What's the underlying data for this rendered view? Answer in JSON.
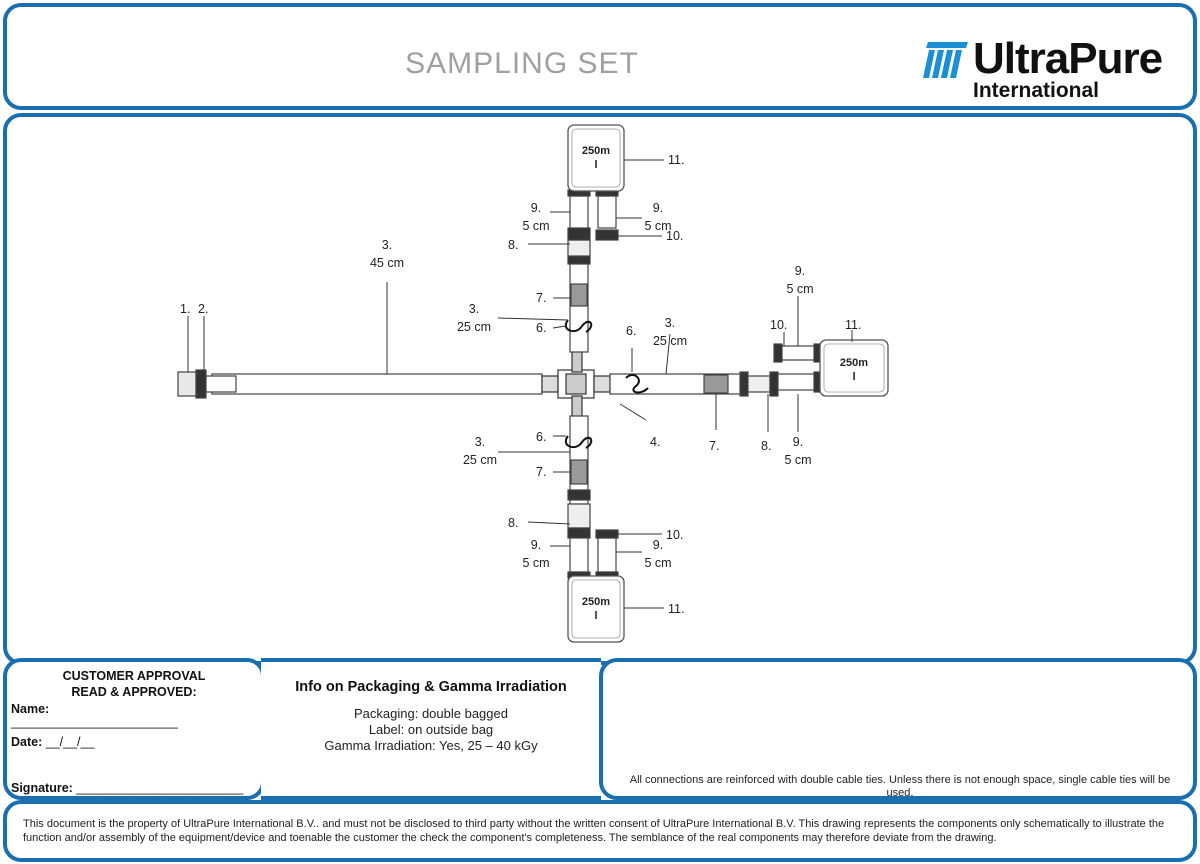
{
  "header": {
    "title": "SAMPLING SET",
    "logo_main": "UltraPure",
    "logo_sub": "International"
  },
  "drawing": {
    "labels": {
      "l1": "1.",
      "l2": "2.",
      "l3_long": "3.",
      "l3_long_len": "45 cm",
      "l3_up": "3.",
      "l3_up_len": "25 cm",
      "l3_right": "3.",
      "l3_right_len": "25 cm",
      "l3_down": "3.",
      "l3_down_len": "25 cm",
      "l4": "4.",
      "l6_up": "6.",
      "l6_right": "6.",
      "l6_down": "6.",
      "l7_up": "7.",
      "l7_right": "7.",
      "l7_down": "7.",
      "l8_up": "8.",
      "l8_right": "8.",
      "l8_down": "8.",
      "l9_up_a": "9.",
      "l9_up_a_len": "5 cm",
      "l9_up_b": "9.",
      "l9_up_b_len": "5 cm",
      "l9_right_a": "9.",
      "l9_right_a_len": "5 cm",
      "l9_right_b": "9.",
      "l9_right_b_len": "5 cm",
      "l9_down_a": "9.",
      "l9_down_a_len": "5 cm",
      "l9_down_b": "9.",
      "l9_down_b_len": "5 cm",
      "l10_up": "10.",
      "l10_right": "10.",
      "l10_down": "10.",
      "l11_up": "11.",
      "l11_right": "11.",
      "l11_down": "11."
    },
    "bag_label_top": "250m",
    "bag_label_bottom": "l"
  },
  "approval": {
    "heading1": "CUSTOMER APPROVAL",
    "heading2": "READ & APPROVED:",
    "name_label": "Name:",
    "name_line": "________________________",
    "date_label": "Date:",
    "date_line": "__/__/__",
    "signature_label": "Signature:",
    "signature_line": "________________________"
  },
  "packaging": {
    "title": "Info on Packaging & Gamma Irradiation",
    "line1": "Packaging: double bagged",
    "line2": "Label: on outside bag",
    "line3": "Gamma Irradiation: Yes, 25 – 40 kGy"
  },
  "notes": {
    "text": "All connections are reinforced with double cable ties. Unless there is not enough space, single cable ties will be used."
  },
  "footer": {
    "text": "This document is the property of UltraPure International B.V.. and must not be disclosed to third party without the written consent of UltraPure International B.V. This drawing represents the components only schematically to illustrate the function and/or assembly of the equipment/device and toenable the customer the check the component's completeness. The semblance of the real components may therefore deviate from the drawing."
  },
  "colors": {
    "frame": "#1a6fb0",
    "logo_accent": "#1a8fd6",
    "filter_gray": "#888888"
  }
}
